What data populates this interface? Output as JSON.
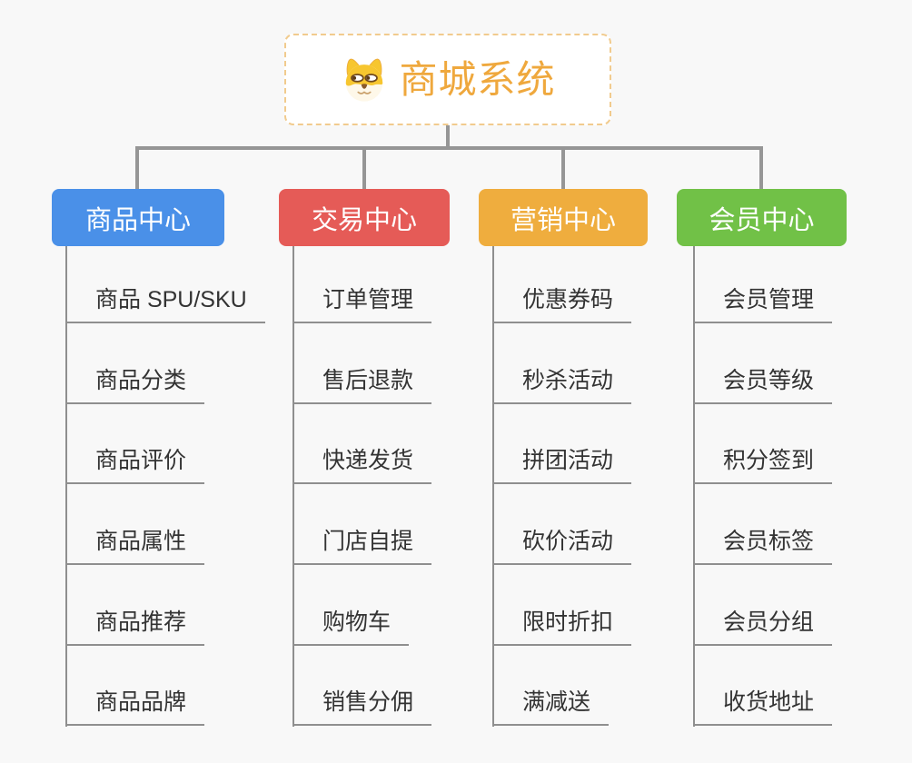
{
  "root": {
    "title": "商城系统",
    "icon": "dog-face-icon",
    "title_color": "#efa83d",
    "border_color": "#f1cb8e",
    "fill": "#ffffff"
  },
  "colors": {
    "background": "#f8f8f8",
    "connector": "#969696",
    "tree_line": "#8f8f8f",
    "item_text": "#333333",
    "node_text": "#ffffff"
  },
  "branches": [
    {
      "label": "商品中心",
      "color": "#4a90e8",
      "items": [
        "商品 SPU/SKU",
        "商品分类",
        "商品评价",
        "商品属性",
        "商品推荐",
        "商品品牌"
      ]
    },
    {
      "label": "交易中心",
      "color": "#e55b57",
      "items": [
        "订单管理",
        "售后退款",
        "快递发货",
        "门店自提",
        "购物车",
        "销售分佣"
      ]
    },
    {
      "label": "营销中心",
      "color": "#efad3e",
      "items": [
        "优惠券码",
        "秒杀活动",
        "拼团活动",
        "砍价活动",
        "限时折扣",
        "满减送"
      ]
    },
    {
      "label": "会员中心",
      "color": "#71c147",
      "items": [
        "会员管理",
        "会员等级",
        "积分签到",
        "会员标签",
        "会员分组",
        "收货地址"
      ]
    }
  ]
}
